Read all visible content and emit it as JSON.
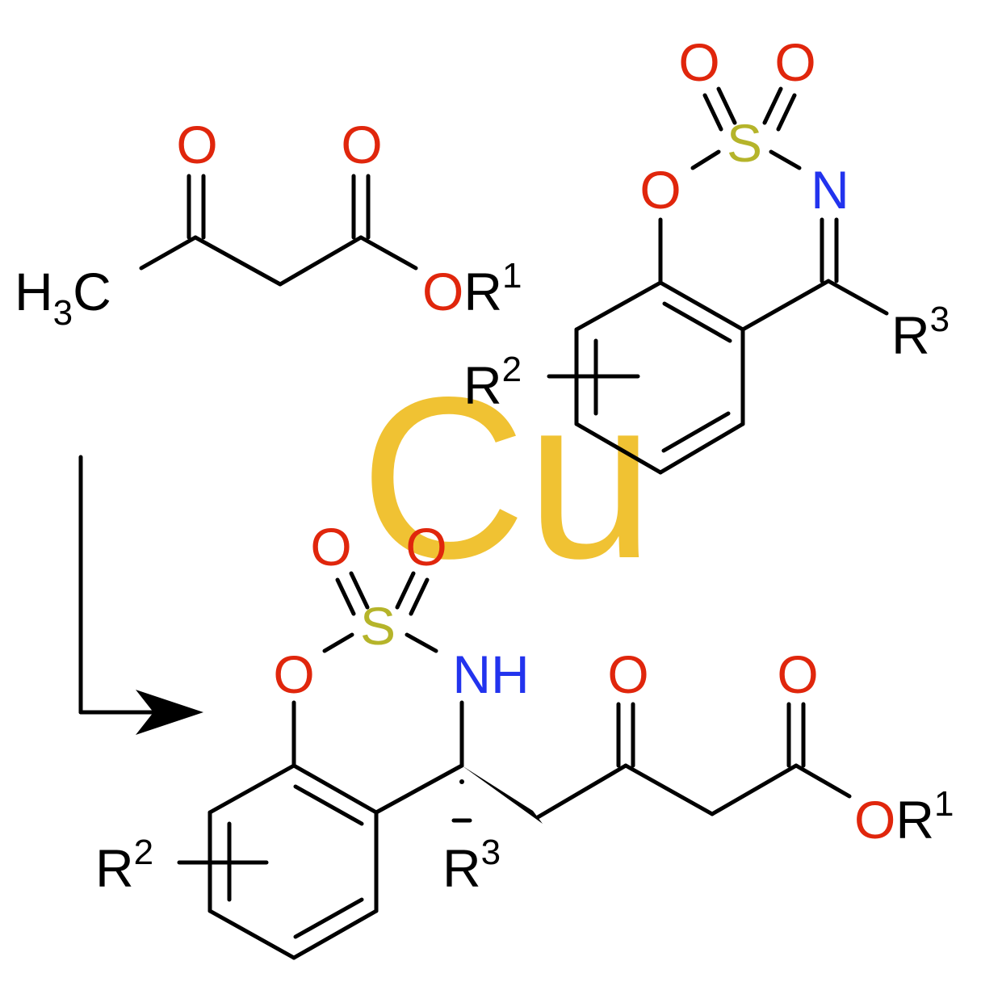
{
  "colors": {
    "bond": "#000000",
    "oxygen": "#e0260c",
    "sulfur": "#b5b42a",
    "nitrogen": "#2233ee",
    "carbon": "#000000",
    "catalyst": "#f0c233"
  },
  "catalyst": {
    "label": "Cu"
  },
  "reactant_ketoester": {
    "o_keto": "O",
    "o_ester_carbonyl": "O",
    "methyl_H": "H",
    "methyl_sub": "3",
    "methyl_C": "C",
    "ester_o": "O",
    "r1": "R",
    "r1_sup": "1"
  },
  "reactant_imine": {
    "o_top_left": "O",
    "o_top_right": "O",
    "s": "S",
    "o_ring": "O",
    "n": "N",
    "r2": "R",
    "r2_sup": "2",
    "r3": "R",
    "r3_sup": "3"
  },
  "product": {
    "o_top_left": "O",
    "o_top_right": "O",
    "s": "S",
    "o_ring": "O",
    "nh": "NH",
    "o_keto": "O",
    "o_ester_carbonyl": "O",
    "ester_o": "O",
    "r1": "R",
    "r1_sup": "1",
    "r2": "R",
    "r2_sup": "2",
    "r3": "R",
    "r3_sup": "3"
  }
}
